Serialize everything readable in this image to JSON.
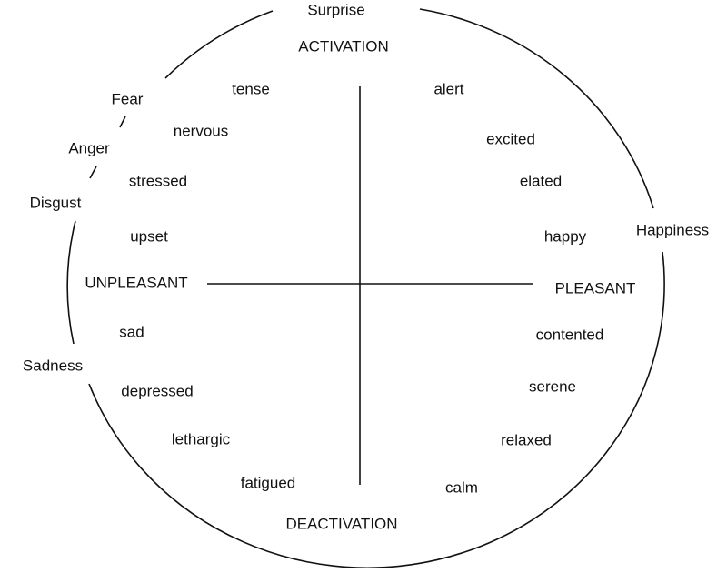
{
  "axes": {
    "top": "ACTIVATION",
    "bottom": "DEACTIVATION",
    "left": "UNPLEASANT",
    "right": "PLEASANT"
  },
  "basic_emotions": {
    "surprise": "Surprise",
    "fear": "Fear",
    "anger": "Anger",
    "disgust": "Disgust",
    "sadness": "Sadness",
    "happiness": "Happiness"
  },
  "affect_words": {
    "tense": "tense",
    "nervous": "nervous",
    "stressed": "stressed",
    "upset": "upset",
    "sad": "sad",
    "depressed": "depressed",
    "lethargic": "lethargic",
    "fatigued": "fatigued",
    "calm": "calm",
    "relaxed": "relaxed",
    "serene": "serene",
    "contented": "contented",
    "happy": "happy",
    "elated": "elated",
    "excited": "excited",
    "alert": "alert"
  }
}
